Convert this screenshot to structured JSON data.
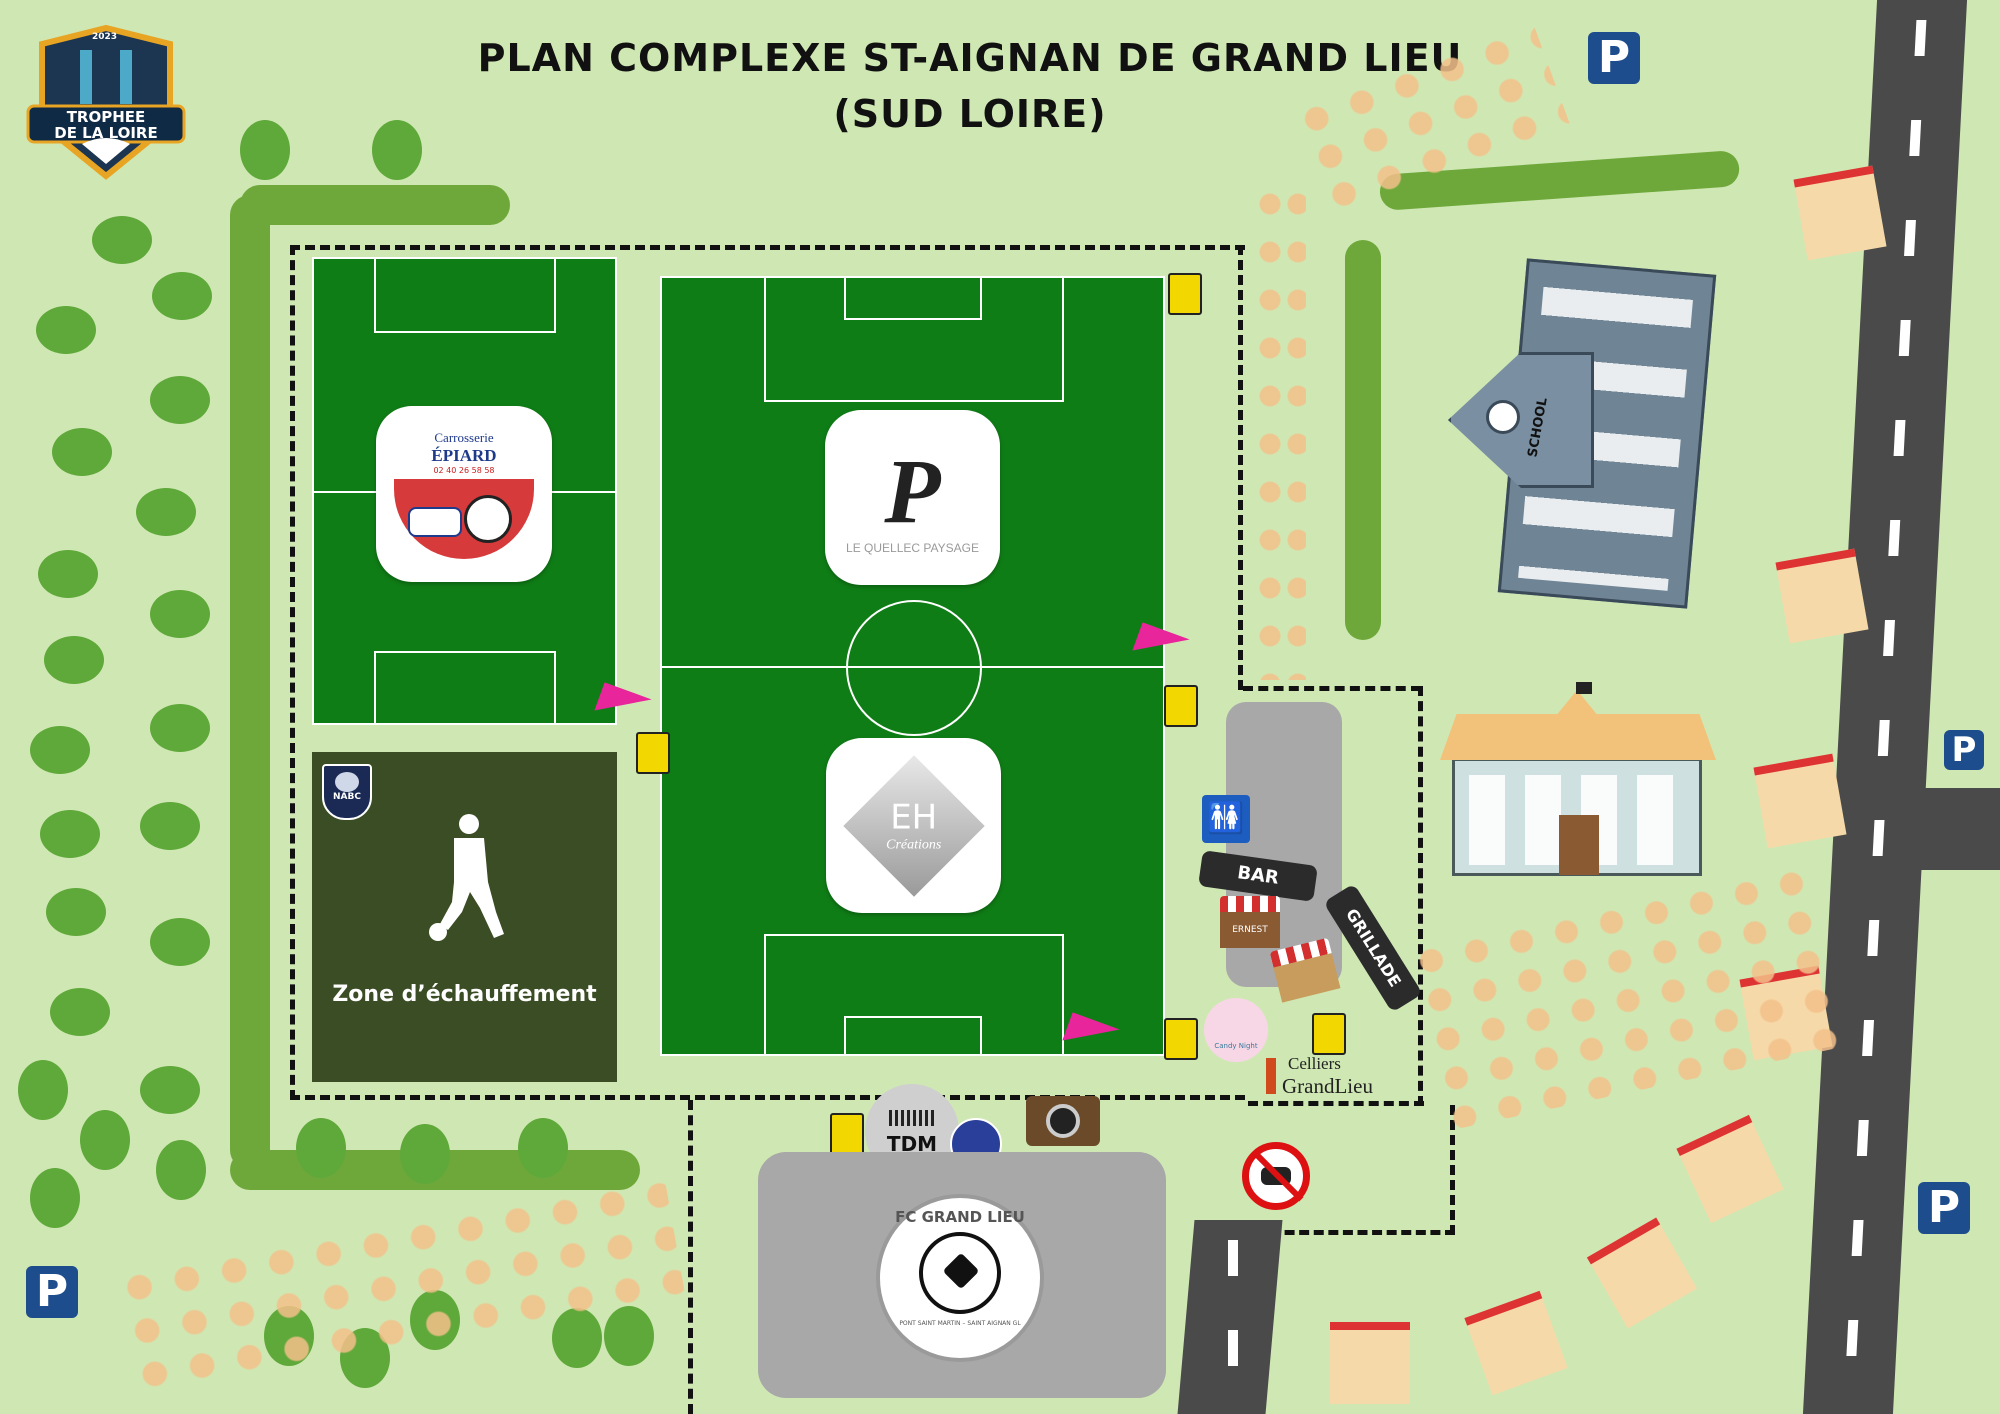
{
  "title": {
    "line1": "PLAN COMPLEXE ST-AIGNAN DE GRAND LIEU",
    "line2": "(SUD LOIRE)"
  },
  "event_logo": {
    "year": "2023",
    "line1": "TROPHEE",
    "line2": "DE LA LOIRE"
  },
  "pitches": {
    "left_sponsor": {
      "name": "Carrosserie",
      "brand": "ÉPIARD",
      "phone": "02 40 26 58 58"
    },
    "main_top_sponsor": {
      "name": "LE QUELLEC PAYSAGE"
    },
    "main_bottom_sponsor": {
      "name": "EH",
      "sub": "Créations"
    }
  },
  "warmup": {
    "label": "Zone d’échauffement",
    "badge": "NABC"
  },
  "amenities": {
    "bar": "BAR",
    "grill": "GRILLADE",
    "tdm": "TDM",
    "ernest": "ERNEST",
    "candy": "Candy Night",
    "celliers_line1": "Celliers",
    "celliers_line2": "GrandLieu"
  },
  "club": {
    "name": "FC GRAND LIEU",
    "ring": "PONT SAINT MARTIN – SAINT AIGNAN GL"
  },
  "school_sign": "SCHOOL",
  "parking_label": "P",
  "colors": {
    "grass": "#cfe8b3",
    "pitch": "#0f7d16",
    "warmup": "#3b4d25",
    "parking": "#1d4d8c",
    "road": "#4a4a4a"
  }
}
